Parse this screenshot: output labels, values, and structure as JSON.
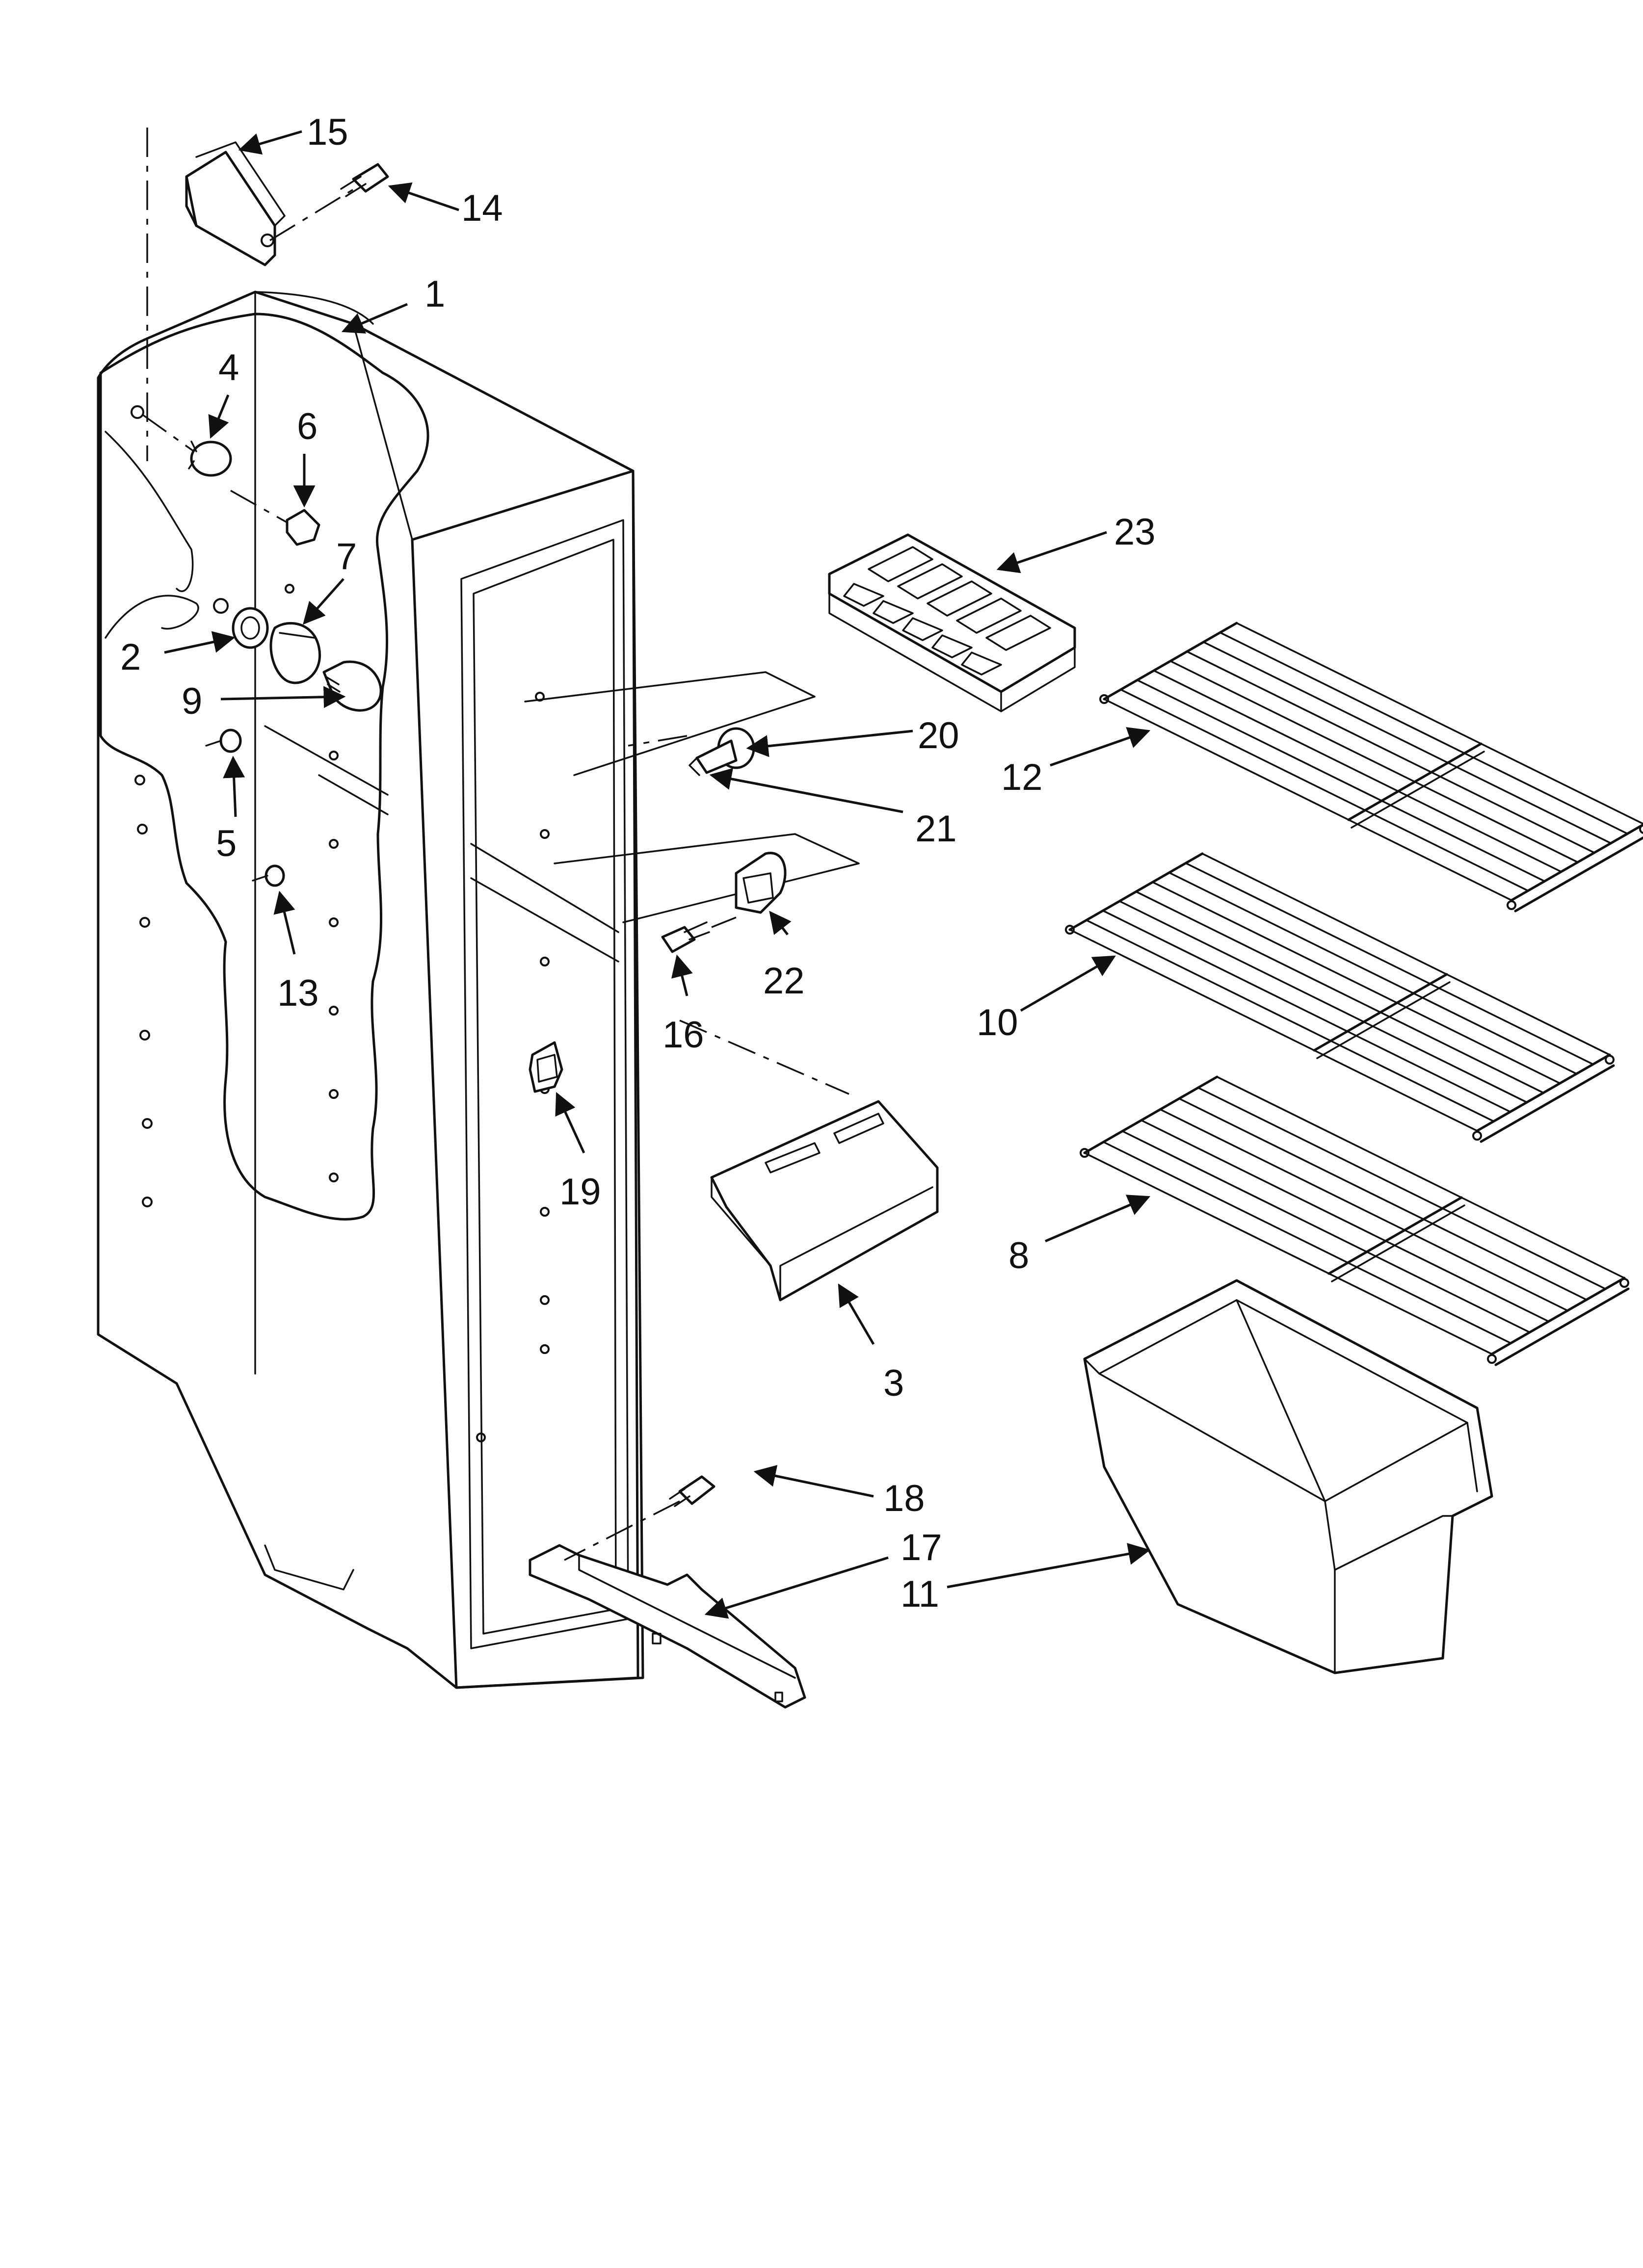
{
  "colors": {
    "line": "#111111",
    "background": "#ffffff"
  },
  "callouts": [
    {
      "id": "1",
      "text": "1"
    },
    {
      "id": "2",
      "text": "2"
    },
    {
      "id": "3",
      "text": "3"
    },
    {
      "id": "4",
      "text": "4"
    },
    {
      "id": "5",
      "text": "5"
    },
    {
      "id": "6",
      "text": "6"
    },
    {
      "id": "7",
      "text": "7"
    },
    {
      "id": "8",
      "text": "8"
    },
    {
      "id": "9",
      "text": "9"
    },
    {
      "id": "10",
      "text": "10"
    },
    {
      "id": "11",
      "text": "11"
    },
    {
      "id": "12",
      "text": "12"
    },
    {
      "id": "13",
      "text": "13"
    },
    {
      "id": "14",
      "text": "14"
    },
    {
      "id": "15",
      "text": "15"
    },
    {
      "id": "16",
      "text": "16"
    },
    {
      "id": "17",
      "text": "17"
    },
    {
      "id": "18",
      "text": "18"
    },
    {
      "id": "19",
      "text": "19"
    },
    {
      "id": "20",
      "text": "20"
    },
    {
      "id": "21",
      "text": "21"
    },
    {
      "id": "22",
      "text": "22"
    },
    {
      "id": "23",
      "text": "23"
    }
  ]
}
